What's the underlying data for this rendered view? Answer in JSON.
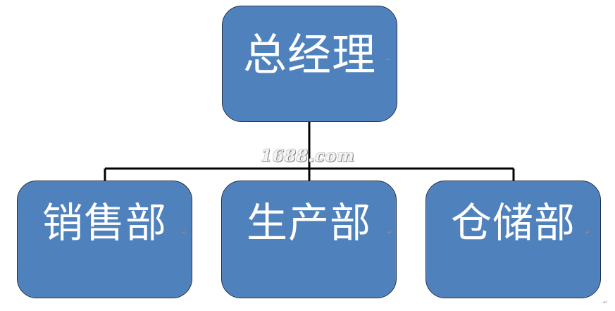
{
  "diagram": {
    "nodes": {
      "manager": {
        "label": "总经理"
      },
      "sales": {
        "label": "销售部"
      },
      "production": {
        "label": "生产部"
      },
      "warehouse": {
        "label": "仓储部"
      }
    },
    "marks": {
      "paragraph": "↵",
      "small_mark": "ʹ"
    },
    "watermark": {
      "text": "1688.com"
    }
  },
  "colors": {
    "box_fill": "#4f81bd",
    "box_border": "#1f2f45",
    "line": "#000000",
    "text": "#ffffff",
    "watermark": "#f4f4f4",
    "watermark_shadow": "#7f7f7f"
  }
}
